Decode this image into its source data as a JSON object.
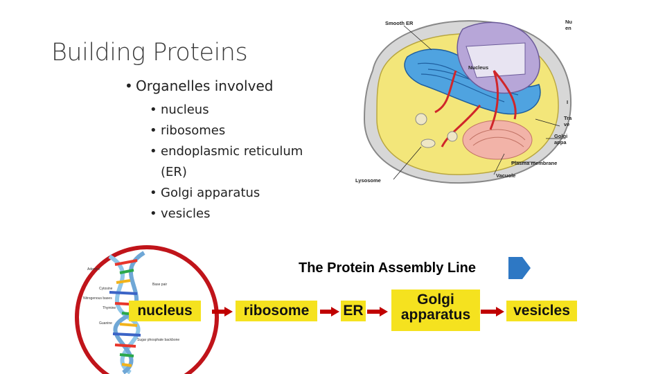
{
  "slide": {
    "title": "Building Proteins",
    "main_bullet": "Organelles involved",
    "sub_bullets": [
      "nucleus",
      "ribosomes",
      "endoplasmic reticulum",
      "(ER)",
      "Golgi apparatus",
      "vesicles"
    ]
  },
  "cell_diagram": {
    "labels": [
      "Smooth ER",
      "Nucleus",
      "Lysosome",
      "Plasma membrane",
      "Vacuole",
      "Nu",
      "en",
      "Tra",
      "ve",
      "Golgi",
      "appa",
      "I"
    ]
  },
  "assembly_line": {
    "banner": "The Protein Assembly Line",
    "steps": [
      "nucleus",
      "ribosome",
      "ER",
      "Golgi apparatus",
      "vesicles"
    ],
    "golgi_line1": "Golgi",
    "golgi_line2": "apparatus"
  },
  "dna_image": {
    "labels": [
      "Adenine",
      "Cytosine",
      "Nitrogenous bases",
      "Thymine",
      "Guanine",
      "Base pair",
      "Sugar phosphate backbone"
    ]
  },
  "colors": {
    "flow_box": "#f5e21f",
    "banner": "#2e78c4",
    "arrow": "#c00000",
    "circle": "#c0141a"
  }
}
